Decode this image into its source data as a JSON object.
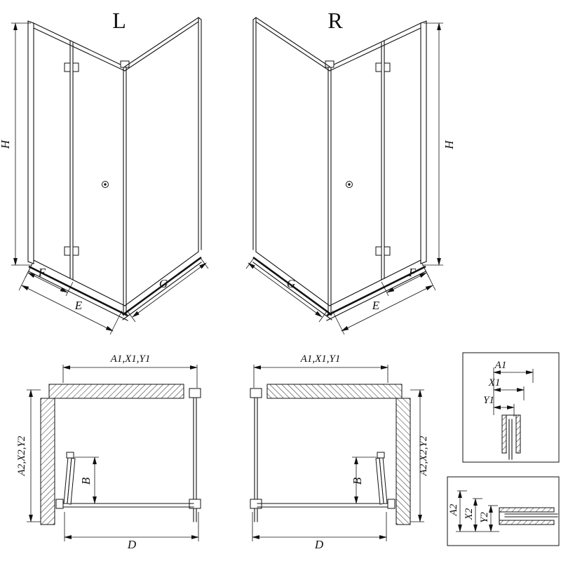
{
  "page": {
    "background": "#ffffff",
    "line_color": "#111111"
  },
  "views": {
    "left3d": {
      "label": "L",
      "dims": {
        "height": "H",
        "door_panel": "F",
        "door_total": "E",
        "side_panel": "G"
      }
    },
    "right3d": {
      "label": "R",
      "dims": {
        "height": "H",
        "door_panel": "F",
        "door_total": "E",
        "side_panel": "G"
      }
    },
    "planLeft": {
      "dims": {
        "top": "A1,X1,Y1",
        "side": "A2,X2,Y2",
        "fold_depth": "B",
        "width": "D"
      }
    },
    "planRight": {
      "dims": {
        "top": "A1,X1,Y1",
        "side": "A2,X2,Y2",
        "fold_depth": "B",
        "width": "D"
      }
    },
    "detailTop": {
      "dims": {
        "a1": "A1",
        "x1": "X1",
        "y1": "Y1"
      }
    },
    "detailBottom": {
      "dims": {
        "a2": "A2",
        "x2": "X2",
        "y2": "Y2"
      }
    }
  }
}
